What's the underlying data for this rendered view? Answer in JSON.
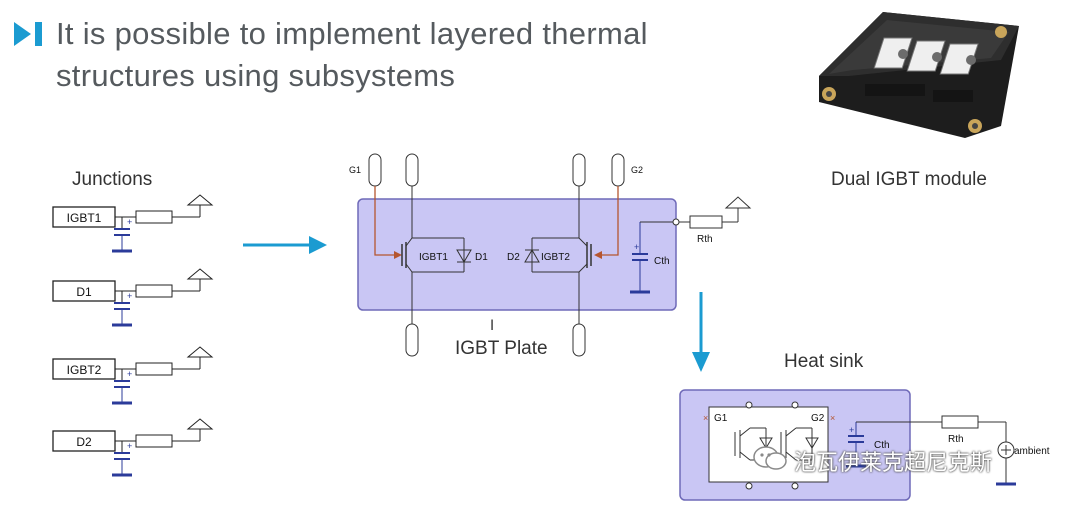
{
  "title": {
    "line1": "It is possible to implement layered thermal",
    "line2": "structures using subsystems"
  },
  "labels": {
    "junctions": "Junctions",
    "dual_igbt_module": "Dual IGBT module",
    "igbt_plate": "IGBT Plate",
    "heat_sink": "Heat sink"
  },
  "junction_blocks": [
    "IGBT1",
    "D1",
    "IGBT2",
    "D2"
  ],
  "plate": {
    "g1": "G1",
    "g2": "G2",
    "igbt1": "IGBT1",
    "d1": "D1",
    "d2": "D2",
    "igbt2": "IGBT2",
    "cth": "Cth",
    "rth": "Rth"
  },
  "heatsink": {
    "g1": "G1",
    "g2": "G2",
    "cth": "Cth",
    "rth": "Rth",
    "ambient": "ambient"
  },
  "watermark": "泡瓦伊莱克超尼克斯",
  "colors": {
    "accent_blue": "#1b9bd1",
    "plate_fill": "#c9c6f4",
    "plate_border": "#6f6ab8",
    "capacitor_blue": "#2b3b9a",
    "gate_brown": "#b5562f"
  }
}
